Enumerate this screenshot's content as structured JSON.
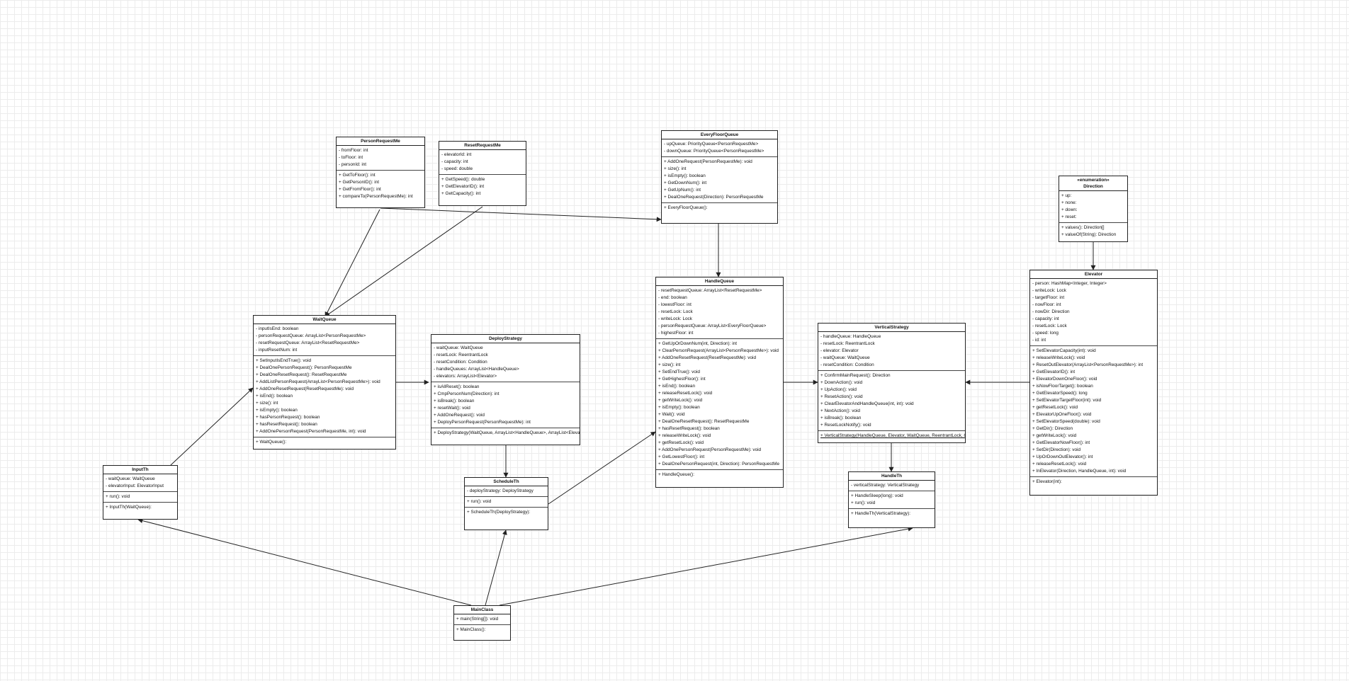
{
  "diagram": {
    "classes": [
      {
        "id": "PersonRequestMe",
        "stereotype": "",
        "name": "PersonRequestMe",
        "attributes": [
          "- fromFloor: int",
          "- toFloor: int",
          "- personId: int"
        ],
        "operations": [
          "+ GetToFloor(): int",
          "+ GetPersonID(): int",
          "+ GetFromFloor(): int",
          "+ compareTo(PersonRequestMe): int"
        ],
        "constructors": []
      },
      {
        "id": "ResetRequestMe",
        "stereotype": "",
        "name": "ResetRequestMe",
        "attributes": [
          "- elevatorId: int",
          "- capacity: int",
          "- speed: double"
        ],
        "operations": [
          "+ GetSpeed(): double",
          "+ GetElevatorID(): int",
          "+ GetCapacity(): int"
        ],
        "constructors": []
      },
      {
        "id": "EveryFloorQueue",
        "stereotype": "",
        "name": "EveryFloorQueue",
        "attributes": [
          "- upQueue: PriorityQueue<PersonRequestMe>",
          "- downQueue: PriorityQueue<PersonRequestMe>"
        ],
        "operations": [
          "+ AddOneRequest(PersonRequestMe): void",
          "+ size(): int",
          "+ isEmpty(): boolean",
          "+ GetDownNum(): int",
          "+ GetUpNum(): int",
          "+ DealOneRequest(Direction): PersonRequestMe"
        ],
        "constructors": [
          "+ EveryFloorQueue():"
        ]
      },
      {
        "id": "Direction",
        "stereotype": "«enumeration»",
        "name": "Direction",
        "attributes": [
          "+ up:",
          "+ none:",
          "+ down:",
          "+ reset:"
        ],
        "operations": [
          "+ values(): Direction[]",
          "+ valueOf(String): Direction"
        ],
        "constructors": []
      },
      {
        "id": "WaitQueue",
        "stereotype": "",
        "name": "WaitQueue",
        "attributes": [
          "- inputIsEnd: boolean",
          "- personRequestQueue: ArrayList<PersonRequestMe>",
          "- resetRequestQueue: ArrayList<ResetRequestMe>",
          "- inputResetNum: int"
        ],
        "operations": [
          "+ SetInputIsEndTrue(): void",
          "+ DealOnePersonRequest(): PersonRequestMe",
          "+ DealOneResetRequest(): ResetRequestMe",
          "+ AddListPersonRequest(ArrayList<PersonRequestMe>): void",
          "+ AddOneResetRequest(ResetRequestMe): void",
          "+ isEnd(): boolean",
          "+ size(): int",
          "+ isEmpty(): boolean",
          "+ hasPersonRequest(): boolean",
          "+ hasResetRequest(): boolean",
          "+ AddOnePersonRequest(PersonRequestMe, int): void"
        ],
        "constructors": [
          "+ WaitQueue():"
        ]
      },
      {
        "id": "DeployStrategy",
        "stereotype": "",
        "name": "DeployStrategy",
        "attributes": [
          "- waitQueue: WaitQueue",
          "- resetLock: ReentrantLock",
          "- resetCondition: Condition",
          "- handleQueues: ArrayList<HandleQueue>",
          "- elevators: ArrayList<Elevator>"
        ],
        "operations": [
          "+ isAllReset(): boolean",
          "+ CmpPersonNum(Direction): int",
          "+ isBreak(): boolean",
          "+ resetWait(): void",
          "+ AddOneRequest(): void",
          "+ DeployPersonRequest(PersonRequestMe): int"
        ],
        "constructors": [
          "+ DeployStrategy(WaitQueue, ArrayList<HandleQueue>, ArrayList<Elevator>):"
        ]
      },
      {
        "id": "HandleQueue",
        "stereotype": "",
        "name": "HandleQueue",
        "attributes": [
          "- resetRequestQueue: ArrayList<ResetRequestMe>",
          "- end: boolean",
          "- lowestFloor: int",
          "- resetLock: Lock",
          "- writeLock: Lock",
          "- personRequestQueue: ArrayList<EveryFloorQueue>",
          "- highestFloor: int"
        ],
        "operations": [
          "+ GetUpOrDownNum(int, Direction): int",
          "+ ClearPersonRequest(ArrayList<PersonRequestMe>): void",
          "+ AddOneResetRequest(ResetRequestMe): void",
          "+ size(): int",
          "+ SetEndTrue(): void",
          "+ GetHighestFloor(): int",
          "+ isEnd(): boolean",
          "+ releaseResetLock(): void",
          "+ getWriteLock(): void",
          "+ isEmpty(): boolean",
          "+ Wait(): void",
          "+ DealOneResetRequest(): ResetRequestMe",
          "+ hasResetRequest(): boolean",
          "+ releaseWriteLock(): void",
          "+ getResetLock(): void",
          "+ AddOnePersonRequest(PersonRequestMe): void",
          "+ GetLowestFloor(): int",
          "+ DealOnePersonRequest(int, Direction): PersonRequestMe"
        ],
        "constructors": [
          "+ HandleQueue():"
        ]
      },
      {
        "id": "VerticalStrategy",
        "stereotype": "",
        "name": "VerticalStrategy",
        "attributes": [
          "- handleQueue: HandleQueue",
          "- resetLock: ReentrantLock",
          "- elevator: Elevator",
          "- waitQueue: WaitQueue",
          "- resetCondition: Condition"
        ],
        "operations": [
          "+ ConfirmMainRequest(): Direction",
          "+ DownAction(): void",
          "+ UpAction(): void",
          "+ ResetAction(): void",
          "+ ClearElevatorAndHandleQueue(int, int): void",
          "+ NextAction(): void",
          "+ isBreak(): boolean",
          "+ ResetLockNotify(): void"
        ],
        "constructors": [
          "+ VerticalStrategy(HandleQueue, Elevator, WaitQueue, ReentrantLock, Co"
        ]
      },
      {
        "id": "Elevator",
        "stereotype": "",
        "name": "Elevator",
        "attributes": [
          "- person: HashMap<Integer, Integer>",
          "- writeLock: Lock",
          "- targetFloor: int",
          "- nowFloor: int",
          "- nowDir: Direction",
          "- capacity: int",
          "- resetLock: Lock",
          "- speed: long",
          "- id: int"
        ],
        "operations": [
          "+ SetElevatorCapacity(int): void",
          "+ releaseWriteLock(): void",
          "+ ResetOutElevator(ArrayList<PersonRequestMe>): int",
          "+ GetElevatorID(): int",
          "+ ElevatorDownOneFloor(): void",
          "+ isNowFloorTarget(): boolean",
          "+ GetElevatorSpeed(): long",
          "+ SetElevatorTargetFloor(int): void",
          "+ getResetLock(): void",
          "+ ElevatorUpOneFloor(): void",
          "+ SetElevatorSpeed(double): void",
          "+ GetDir(): Direction",
          "+ getWriteLock(): void",
          "+ GetElevatorNowFloor(): int",
          "+ SetDir(Direction): void",
          "+ UpOrDownOutElevator(): int",
          "+ releaseResetLock(): void",
          "+ InElevator(Direction, HandleQueue, int): void"
        ],
        "constructors": [
          "+ Elevator(int):"
        ]
      },
      {
        "id": "InputTh",
        "stereotype": "",
        "name": "InputTh",
        "attributes": [
          "- waitQueue: WaitQueue",
          "- elevatorInput: ElevatorInput"
        ],
        "operations": [
          "+ run(): void"
        ],
        "constructors": [
          "+ InputTh(WaitQueue):"
        ]
      },
      {
        "id": "ScheduleTh",
        "stereotype": "",
        "name": "ScheduleTh",
        "attributes": [
          "- deployStrategy: DeployStrategy"
        ],
        "operations": [
          "+ run(): void"
        ],
        "constructors": [
          "+ ScheduleTh(DeployStrategy):"
        ]
      },
      {
        "id": "HandleTh",
        "stereotype": "",
        "name": "HandleTh",
        "attributes": [
          "- verticalStrategy: VerticalStrategy"
        ],
        "operations": [
          "+ HandleSleep(long): void",
          "+ run(): void"
        ],
        "constructors": [
          "+ HandleTh(VerticalStrategy):"
        ]
      },
      {
        "id": "MainClass",
        "stereotype": "",
        "name": "MainClass",
        "attributes": [],
        "operations": [
          "+ main(String[]): void"
        ],
        "constructors": [
          "+ MainClass():"
        ]
      }
    ],
    "edges": [
      {
        "from": "PersonRequestMe",
        "to": "WaitQueue"
      },
      {
        "from": "ResetRequestMe",
        "to": "WaitQueue"
      },
      {
        "from": "PersonRequestMe",
        "to": "EveryFloorQueue"
      },
      {
        "from": "EveryFloorQueue",
        "to": "HandleQueue"
      },
      {
        "from": "Direction",
        "to": "Elevator"
      },
      {
        "from": "WaitQueue",
        "to": "DeployStrategy"
      },
      {
        "from": "DeployStrategy",
        "to": "ScheduleTh"
      },
      {
        "from": "HandleQueue",
        "to": "VerticalStrategy"
      },
      {
        "from": "Elevator",
        "to": "VerticalStrategy"
      },
      {
        "from": "VerticalStrategy",
        "to": "HandleTh"
      },
      {
        "from": "InputTh",
        "to": "WaitQueue"
      },
      {
        "from": "ScheduleTh",
        "to": "HandleQueue"
      },
      {
        "from": "MainClass",
        "to": "InputTh"
      },
      {
        "from": "MainClass",
        "to": "ScheduleTh"
      },
      {
        "from": "MainClass",
        "to": "HandleTh"
      }
    ]
  }
}
